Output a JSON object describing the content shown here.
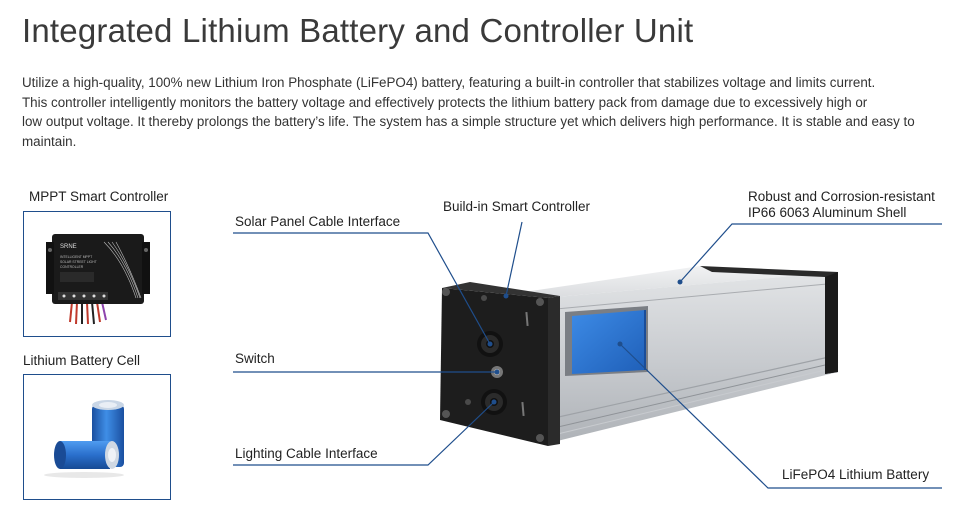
{
  "title": "Integrated Lithium Battery and Controller Unit",
  "description": [
    "Utilize a high-quality, 100% new Lithium Iron Phosphate (LiFePO4) battery, featuring a built-in controller that stabilizes voltage and limits current.",
    "This controller intelligently monitors the battery voltage and effectively protects the lithium battery pack from damage due to excessively high or",
    "low output voltage. It thereby prolongs the battery’s life. The system has a simple structure yet which delivers high performance. It is stable and easy to",
    "maintain."
  ],
  "insets": {
    "controller_label": "MPPT Smart Controller",
    "cell_label": "Lithium Battery Cell",
    "controller_brand": "SRNE",
    "controller_lines": [
      "INTELLIGENT MPPT",
      "SOLAR STREET LIGHT",
      "CONTROLLER"
    ]
  },
  "callouts": {
    "solar_cable": "Solar Panel Cable Interface",
    "smart_controller": "Build-in Smart Controller",
    "shell_line1": "Robust and Corrosion-resistant",
    "shell_line2": "IP66 6063 Aluminum Shell",
    "switch": "Switch",
    "lighting_cable": "Lighting Cable Interface",
    "battery": "LiFePO4 Lithium Battery"
  },
  "colors": {
    "accent": "#1f4e8c",
    "battery_blue": "#2f78d0",
    "aluminum": "#d4d6d9",
    "panel_black": "#1e1e1e"
  }
}
